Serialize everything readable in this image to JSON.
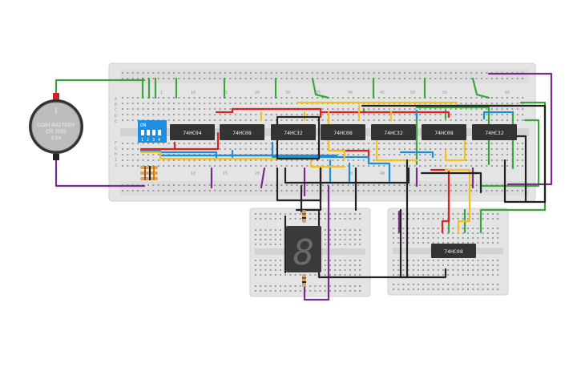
{
  "battery": {
    "label_line1": "COIN BATTERY",
    "label_line2": "CR 2032",
    "label_line3": "3.0V"
  },
  "dip_switch": {
    "label": "ON",
    "positions": [
      "1",
      "2",
      "3",
      "4"
    ]
  },
  "chips": [
    {
      "label": "74HC04"
    },
    {
      "label": "74HC08"
    },
    {
      "label": "74HC32"
    },
    {
      "label": "74HC08"
    },
    {
      "label": "74HC32"
    },
    {
      "label": "74HC08"
    },
    {
      "label": "74HC32"
    }
  ],
  "small_chip": {
    "label": "74HC08"
  },
  "column_numbers_top": [
    "1",
    "10",
    "15",
    "20",
    "30",
    "35",
    "40",
    "45",
    "50",
    "55",
    "60"
  ],
  "column_numbers_bottom": [
    "10",
    "15",
    "20",
    "30",
    "40",
    "55"
  ],
  "row_letters_top": [
    "A",
    "B",
    "C",
    "D",
    "E"
  ],
  "row_letters_bottom": [
    "F",
    "G",
    "H",
    "I",
    "J"
  ],
  "seven_segment": {
    "digit": "8"
  },
  "colors": {
    "red": "#e02020",
    "blue": "#1a8fd8",
    "yellow": "#f2c21b",
    "green": "#3aa73a",
    "purple": "#7a2c8c",
    "black": "#222222",
    "board": "#e6e6e6",
    "chip": "#333333"
  }
}
